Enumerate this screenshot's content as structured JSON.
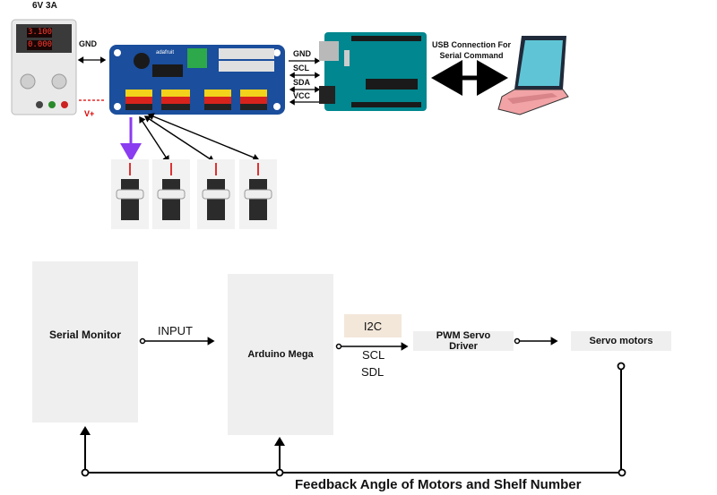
{
  "top": {
    "psu_rating": "6V 3A",
    "psu_display_1": "3.100",
    "psu_display_2": "0.000",
    "gnd_left": "GND",
    "vplus": "V+",
    "driver_brand": "adafruit",
    "pin_labels": [
      "GND",
      "SCL",
      "SDA",
      "VCC"
    ],
    "usb_label": "USB Connection For Serial Command"
  },
  "bottom": {
    "serial_monitor": "Serial Monitor",
    "input_label": "INPUT",
    "arduino_mega": "Arduino Mega",
    "i2c": "I2C",
    "scl": "SCL",
    "sdl": "SDL",
    "pwm_driver": "PWM Servo Driver",
    "servo_motors": "Servo motors",
    "feedback": "Feedback Angle of Motors and Shelf Number"
  },
  "colors": {
    "box_fill": "#efefef",
    "i2c_fill": "#f3e7da",
    "arduino_teal": "#00878f",
    "driver_blue": "#1b4e9c",
    "laptop_screen": "#5fc5d6",
    "laptop_body": "#f1a3a6",
    "purple_arrow": "#8a3cf0"
  }
}
